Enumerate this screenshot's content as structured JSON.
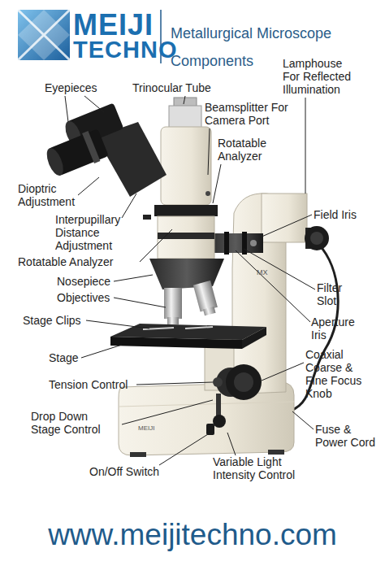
{
  "diagram": {
    "title": "Metallurgical Microscope Components",
    "caption": "www.meijitechno.com",
    "labels": [
      "MEIJI",
      "TECHNO",
      "Eyepieces",
      "Trinocular Tube",
      "Beamsplitter For Camera Port",
      "Lamphouse For Reflected Illumination",
      "Rotatable Analyzer",
      "Dioptric Adjustment",
      "Interpupillary Distance Adjustment",
      "Field Iris",
      "Rotatable Analyzer",
      "Nosepiece",
      "Filter Slot",
      "Objectives",
      "Aperture Iris",
      "Stage Clips",
      "Stage",
      "Coaxial Coarse & Fine Focus Knob",
      "Tension Control",
      "Drop Down Stage Control",
      "Fuse & Power Cord",
      "Variable Light Intensity Control",
      "On/Off Switch",
      "MX",
      "MEIJI"
    ]
  }
}
